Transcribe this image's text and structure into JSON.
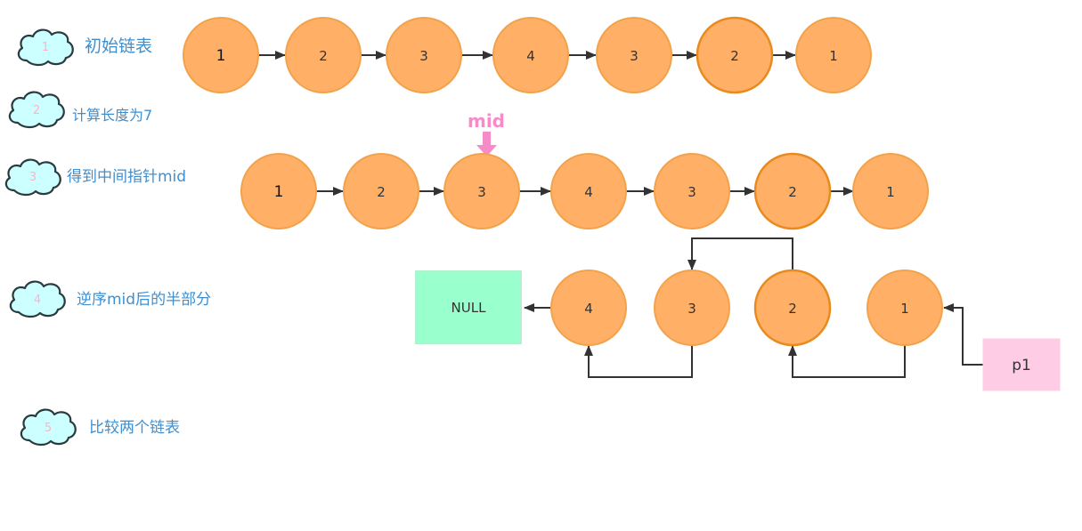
{
  "colors": {
    "node_fill": "#FFB066",
    "node_stroke": "#F2A24A",
    "node_stroke_dark": "#E88A1E",
    "node_text": "#333333",
    "edge": "#333333",
    "cloud_fill": "#CCFFFF",
    "cloud_stroke": "#2A3B3F",
    "step_number": "#FFB3C6",
    "step_label": "#3E8FD0",
    "null_fill": "#99FFCC",
    "null_stroke": "#B3F0D0",
    "p1_fill": "#FFCCE6",
    "mid_marker": "#F58CC8"
  },
  "steps": [
    {
      "num": "1",
      "label": "初始链表"
    },
    {
      "num": "2",
      "label": "计算长度为7"
    },
    {
      "num": "3",
      "label": "得到中间指针mid"
    },
    {
      "num": "4",
      "label": "逆序mid后的半部分"
    },
    {
      "num": "5",
      "label": "比较两个链表"
    }
  ],
  "row1": {
    "values": [
      "1",
      "2",
      "3",
      "4",
      "3",
      "2",
      "1"
    ]
  },
  "row3": {
    "values": [
      "1",
      "2",
      "3",
      "4",
      "3",
      "2",
      "1"
    ],
    "mid_label": "mid"
  },
  "row4": {
    "null_label": "NULL",
    "values": [
      "4",
      "3",
      "2",
      "1"
    ],
    "pointer_label": "p1"
  }
}
